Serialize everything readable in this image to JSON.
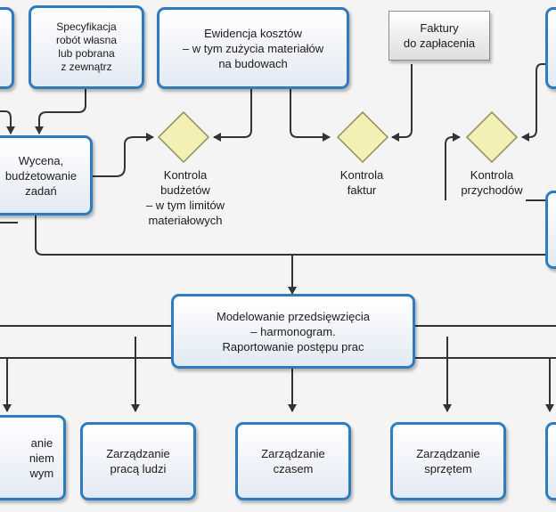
{
  "nodes": {
    "spec": "Specyfikacja\nrobót własna\nlub pobrana\nz zewnątrz",
    "costs": "Ewidencja kosztów\n– w tym zużycia materiałów\nna budowach",
    "invoices": "Faktury\ndo zapłacenia",
    "pricing": "Wycena,\nbudżetowanie\nzadań",
    "modeling": "Modelowanie przedsięwzięcia\n– harmonogram.\nRaportowanie postępu prac",
    "labor": "Zarządzanie\npracą ludzi",
    "time": "Zarządzanie\nczasem",
    "equipment": "Zarządzanie\nsprzętem",
    "left_partial": "anie\nniem\nwym"
  },
  "decisions": {
    "budget": "Kontrola\nbudżetów\n– w tym limitów\nmateriałowych",
    "invoices": "Kontrola\nfaktur",
    "revenue": "Kontrola\nprzychodów"
  },
  "colors": {
    "box_border": "#2e7bbd",
    "diamond_fill": "#f2f0b4",
    "diamond_border": "#8f8d5a",
    "line": "#333333"
  }
}
